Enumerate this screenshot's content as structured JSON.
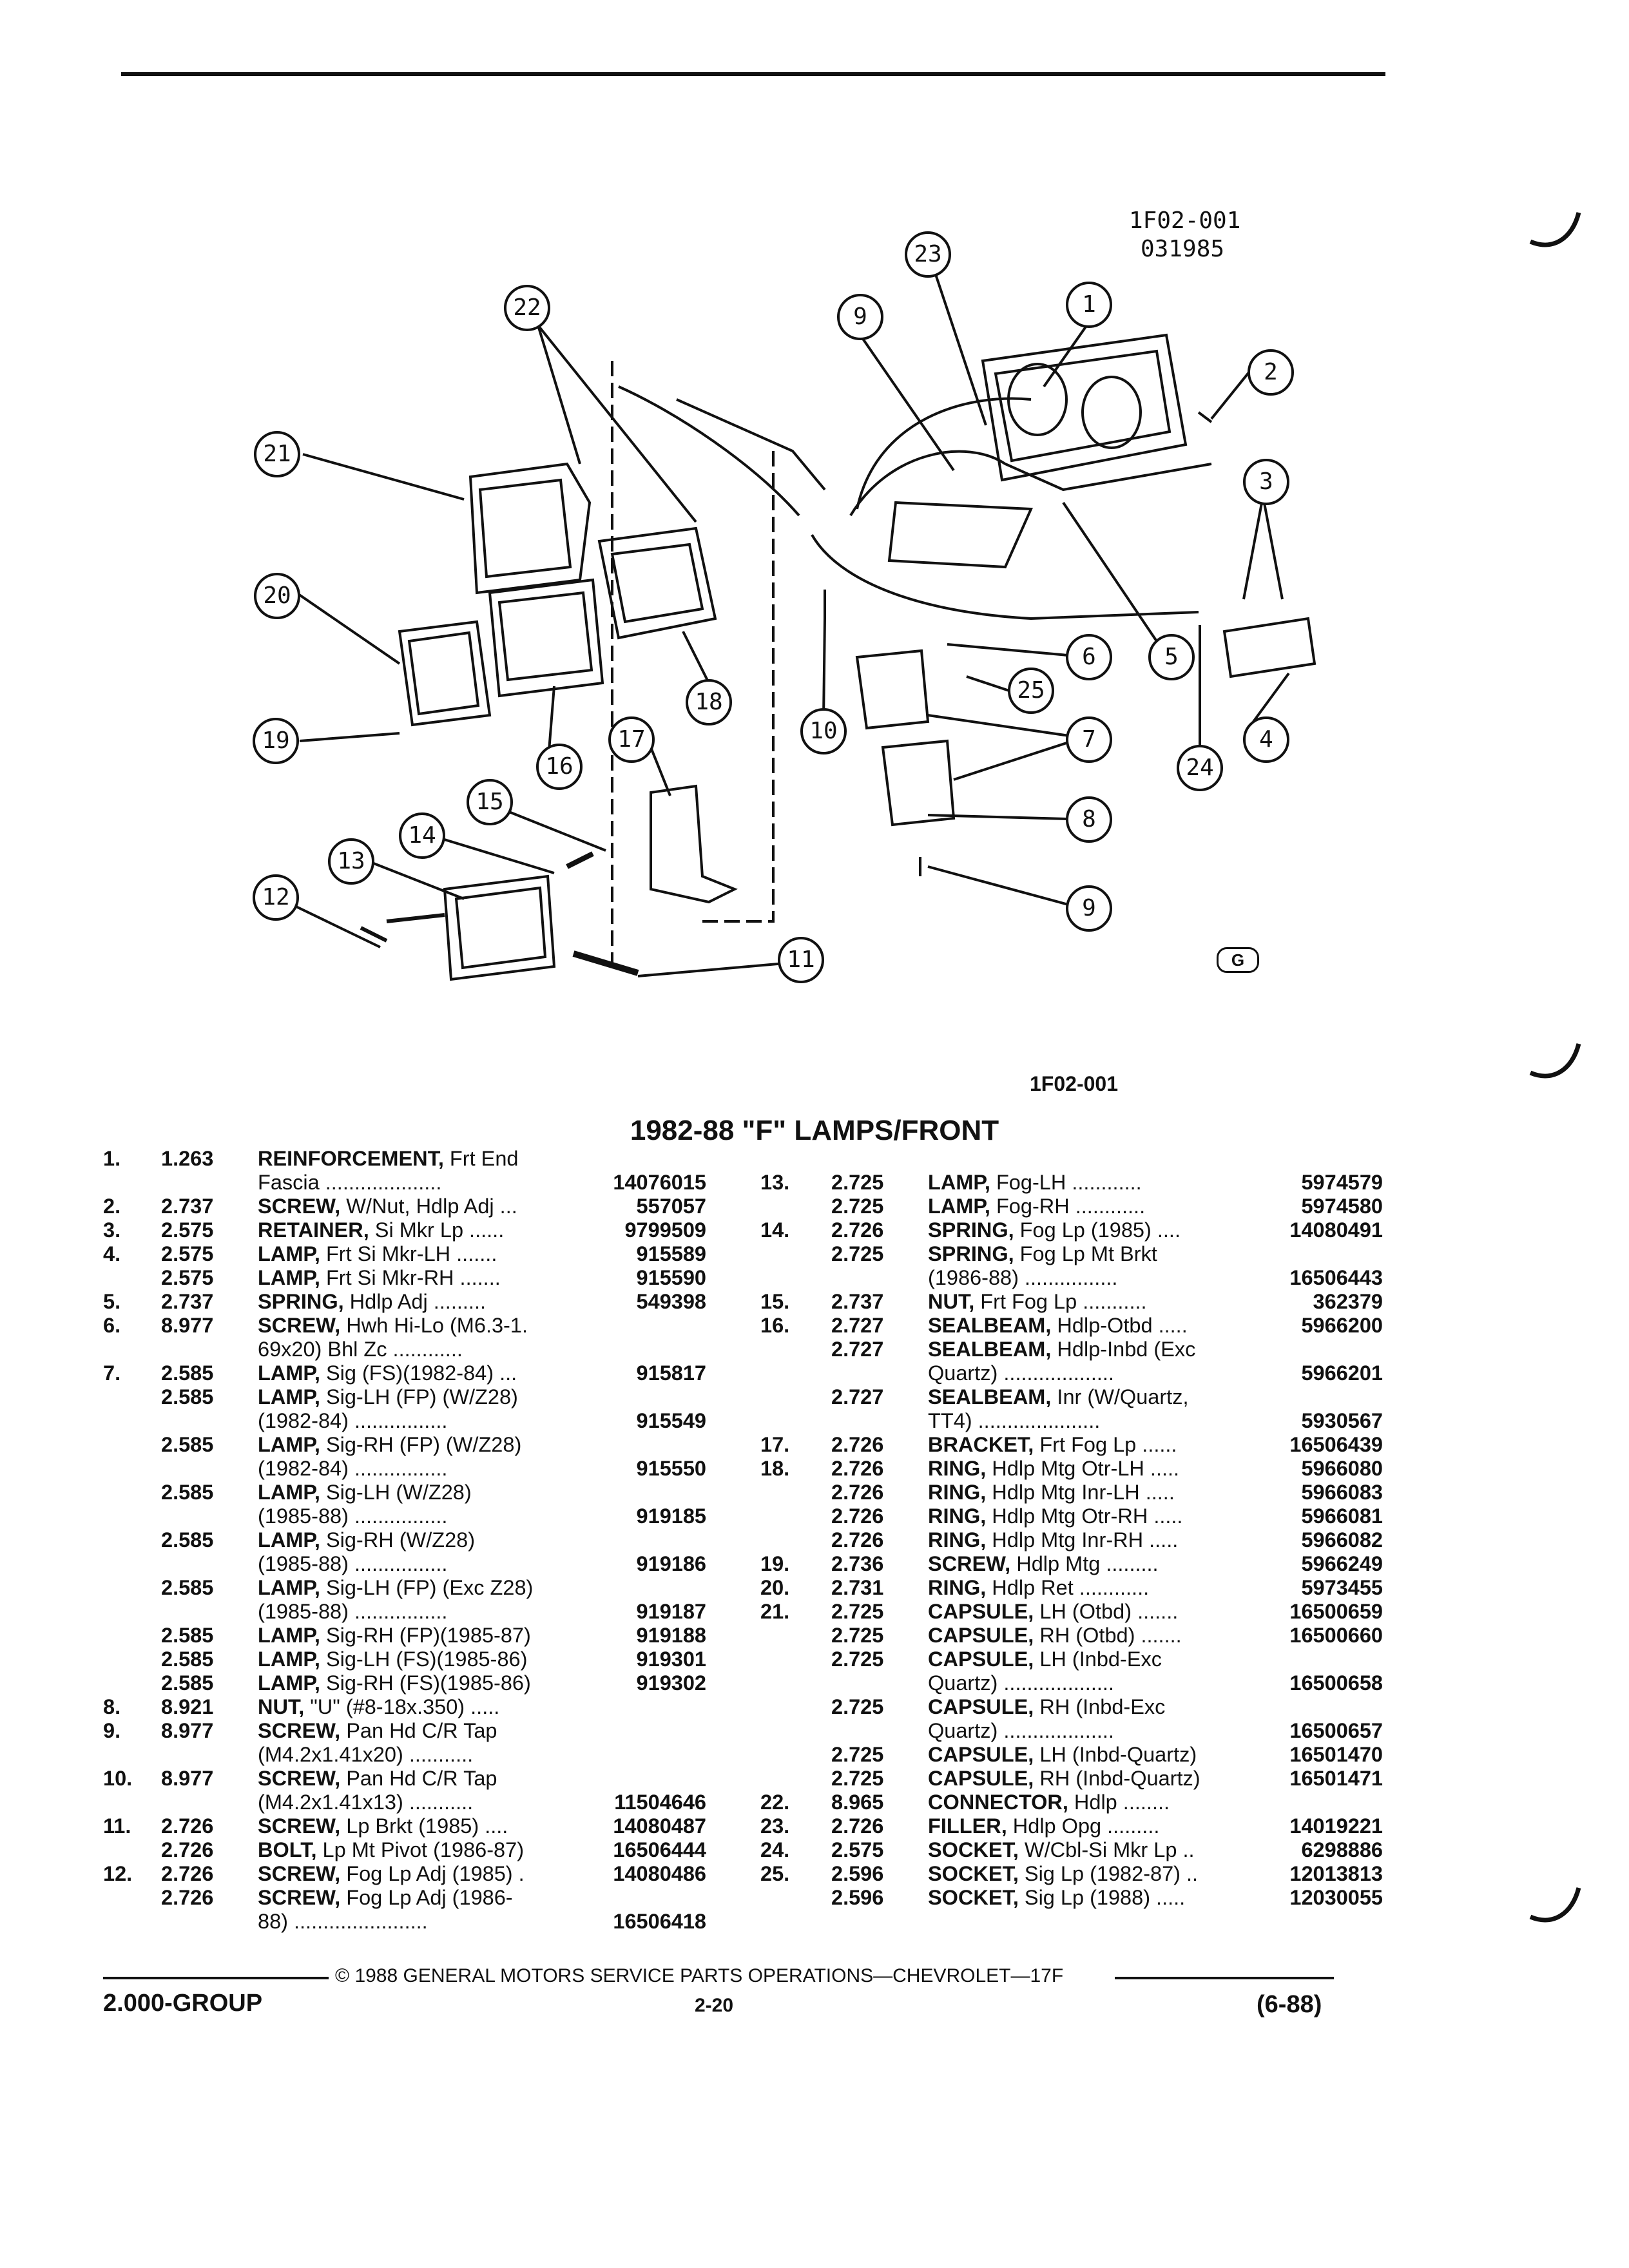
{
  "header": {
    "diagram_code": "1F02-001",
    "diagram_date": "031985",
    "figure_caption": "1F02-001",
    "brand_mark": "G"
  },
  "callouts": [
    "1",
    "2",
    "3",
    "4",
    "5",
    "6",
    "7",
    "8",
    "9",
    "9",
    "10",
    "11",
    "12",
    "13",
    "14",
    "15",
    "16",
    "17",
    "18",
    "19",
    "20",
    "21",
    "22",
    "23",
    "24",
    "25"
  ],
  "title": "1982-88 \"F\" LAMPS/FRONT",
  "left_rows": [
    {
      "n": "1.",
      "g": "1.263",
      "d": "REINFORCEMENT, Frt End",
      "p": ""
    },
    {
      "n": "",
      "g": "",
      "d": "Fascia ....................",
      "p": "14076015"
    },
    {
      "n": "2.",
      "g": "2.737",
      "d": "SCREW, W/Nut, Hdlp Adj ...",
      "p": "557057"
    },
    {
      "n": "3.",
      "g": "2.575",
      "d": "RETAINER, Si Mkr Lp ......",
      "p": "9799509"
    },
    {
      "n": "4.",
      "g": "2.575",
      "d": "LAMP, Frt Si Mkr-LH .......",
      "p": "915589"
    },
    {
      "n": "",
      "g": "2.575",
      "d": "LAMP, Frt Si Mkr-RH .......",
      "p": "915590"
    },
    {
      "n": "5.",
      "g": "2.737",
      "d": "SPRING, Hdlp Adj .........",
      "p": "549398"
    },
    {
      "n": "6.",
      "g": "8.977",
      "d": "SCREW, Hwh Hi-Lo (M6.3-1.",
      "p": ""
    },
    {
      "n": "",
      "g": "",
      "d": "69x20) Bhl Zc ............",
      "p": ""
    },
    {
      "n": "7.",
      "g": "2.585",
      "d": "LAMP, Sig (FS)(1982-84) ...",
      "p": "915817"
    },
    {
      "n": "",
      "g": "2.585",
      "d": "LAMP, Sig-LH (FP) (W/Z28)",
      "p": ""
    },
    {
      "n": "",
      "g": "",
      "d": "(1982-84) ................",
      "p": "915549"
    },
    {
      "n": "",
      "g": "2.585",
      "d": "LAMP, Sig-RH (FP) (W/Z28)",
      "p": ""
    },
    {
      "n": "",
      "g": "",
      "d": "(1982-84) ................",
      "p": "915550"
    },
    {
      "n": "",
      "g": "2.585",
      "d": "LAMP, Sig-LH (W/Z28)",
      "p": ""
    },
    {
      "n": "",
      "g": "",
      "d": "(1985-88) ................",
      "p": "919185"
    },
    {
      "n": "",
      "g": "2.585",
      "d": "LAMP, Sig-RH (W/Z28)",
      "p": ""
    },
    {
      "n": "",
      "g": "",
      "d": "(1985-88) ................",
      "p": "919186"
    },
    {
      "n": "",
      "g": "2.585",
      "d": "LAMP, Sig-LH (FP) (Exc Z28)",
      "p": ""
    },
    {
      "n": "",
      "g": "",
      "d": "(1985-88) ................",
      "p": "919187"
    },
    {
      "n": "",
      "g": "2.585",
      "d": "LAMP, Sig-RH (FP)(1985-87)",
      "p": "919188"
    },
    {
      "n": "",
      "g": "2.585",
      "d": "LAMP, Sig-LH (FS)(1985-86)",
      "p": "919301"
    },
    {
      "n": "",
      "g": "2.585",
      "d": "LAMP, Sig-RH (FS)(1985-86)",
      "p": "919302"
    },
    {
      "n": "8.",
      "g": "8.921",
      "d": "NUT, \"U\" (#8-18x.350) .....",
      "p": ""
    },
    {
      "n": "9.",
      "g": "8.977",
      "d": "SCREW, Pan Hd C/R Tap",
      "p": ""
    },
    {
      "n": "",
      "g": "",
      "d": "(M4.2x1.41x20) ...........",
      "p": ""
    },
    {
      "n": "10.",
      "g": "8.977",
      "d": "SCREW, Pan Hd C/R Tap",
      "p": ""
    },
    {
      "n": "",
      "g": "",
      "d": "(M4.2x1.41x13) ...........",
      "p": "11504646"
    },
    {
      "n": "11.",
      "g": "2.726",
      "d": "SCREW, Lp Brkt (1985) ....",
      "p": "14080487"
    },
    {
      "n": "",
      "g": "2.726",
      "d": "BOLT, Lp Mt Pivot (1986-87)",
      "p": "16506444"
    },
    {
      "n": "12.",
      "g": "2.726",
      "d": "SCREW, Fog Lp Adj (1985) .",
      "p": "14080486"
    },
    {
      "n": "",
      "g": "2.726",
      "d": "SCREW, Fog Lp Adj (1986-",
      "p": ""
    },
    {
      "n": "",
      "g": "",
      "d": "88) .......................",
      "p": "16506418"
    }
  ],
  "right_rows": [
    {
      "n": "",
      "g": "",
      "d": "",
      "p": ""
    },
    {
      "n": "13.",
      "g": "2.725",
      "d": "LAMP, Fog-LH ............",
      "p": "5974579"
    },
    {
      "n": "",
      "g": "2.725",
      "d": "LAMP, Fog-RH ............",
      "p": "5974580"
    },
    {
      "n": "14.",
      "g": "2.726",
      "d": "SPRING, Fog Lp (1985) ....",
      "p": "14080491"
    },
    {
      "n": "",
      "g": "2.725",
      "d": "SPRING, Fog Lp Mt Brkt",
      "p": ""
    },
    {
      "n": "",
      "g": "",
      "d": "(1986-88) ................",
      "p": "16506443"
    },
    {
      "n": "15.",
      "g": "2.737",
      "d": "NUT, Frt Fog Lp ...........",
      "p": "362379"
    },
    {
      "n": "16.",
      "g": "2.727",
      "d": "SEALBEAM, Hdlp-Otbd .....",
      "p": "5966200"
    },
    {
      "n": "",
      "g": "2.727",
      "d": "SEALBEAM, Hdlp-Inbd (Exc",
      "p": ""
    },
    {
      "n": "",
      "g": "",
      "d": "Quartz) ...................",
      "p": "5966201"
    },
    {
      "n": "",
      "g": "2.727",
      "d": "SEALBEAM, Inr (W/Quartz,",
      "p": ""
    },
    {
      "n": "",
      "g": "",
      "d": "TT4) .....................",
      "p": "5930567"
    },
    {
      "n": "17.",
      "g": "2.726",
      "d": "BRACKET, Frt Fog Lp ......",
      "p": "16506439"
    },
    {
      "n": "18.",
      "g": "2.726",
      "d": "RING, Hdlp Mtg Otr-LH .....",
      "p": "5966080"
    },
    {
      "n": "",
      "g": "2.726",
      "d": "RING, Hdlp Mtg Inr-LH .....",
      "p": "5966083"
    },
    {
      "n": "",
      "g": "2.726",
      "d": "RING, Hdlp Mtg Otr-RH .....",
      "p": "5966081"
    },
    {
      "n": "",
      "g": "2.726",
      "d": "RING, Hdlp Mtg Inr-RH .....",
      "p": "5966082"
    },
    {
      "n": "19.",
      "g": "2.736",
      "d": "SCREW, Hdlp Mtg .........",
      "p": "5966249"
    },
    {
      "n": "20.",
      "g": "2.731",
      "d": "RING, Hdlp Ret ............",
      "p": "5973455"
    },
    {
      "n": "21.",
      "g": "2.725",
      "d": "CAPSULE, LH (Otbd) .......",
      "p": "16500659"
    },
    {
      "n": "",
      "g": "2.725",
      "d": "CAPSULE, RH (Otbd) .......",
      "p": "16500660"
    },
    {
      "n": "",
      "g": "2.725",
      "d": "CAPSULE, LH (Inbd-Exc",
      "p": ""
    },
    {
      "n": "",
      "g": "",
      "d": "Quartz) ...................",
      "p": "16500658"
    },
    {
      "n": "",
      "g": "2.725",
      "d": "CAPSULE, RH (Inbd-Exc",
      "p": ""
    },
    {
      "n": "",
      "g": "",
      "d": "Quartz) ...................",
      "p": "16500657"
    },
    {
      "n": "",
      "g": "2.725",
      "d": "CAPSULE, LH (Inbd-Quartz)",
      "p": "16501470"
    },
    {
      "n": "",
      "g": "2.725",
      "d": "CAPSULE, RH (Inbd-Quartz)",
      "p": "16501471"
    },
    {
      "n": "22.",
      "g": "8.965",
      "d": "CONNECTOR, Hdlp ........",
      "p": ""
    },
    {
      "n": "23.",
      "g": "2.726",
      "d": "FILLER, Hdlp Opg .........",
      "p": "14019221"
    },
    {
      "n": "24.",
      "g": "2.575",
      "d": "SOCKET, W/Cbl-Si Mkr Lp ..",
      "p": "6298886"
    },
    {
      "n": "25.",
      "g": "2.596",
      "d": "SOCKET, Sig Lp (1982-87) ..",
      "p": "12013813"
    },
    {
      "n": "",
      "g": "2.596",
      "d": "SOCKET, Sig Lp (1988) .....",
      "p": "12030055"
    }
  ],
  "footer": {
    "copyright": "© 1988 GENERAL MOTORS SERVICE PARTS OPERATIONS—CHEVROLET—17F",
    "group": "2.000-GROUP",
    "page": "2-20",
    "revision": "(6-88)"
  }
}
